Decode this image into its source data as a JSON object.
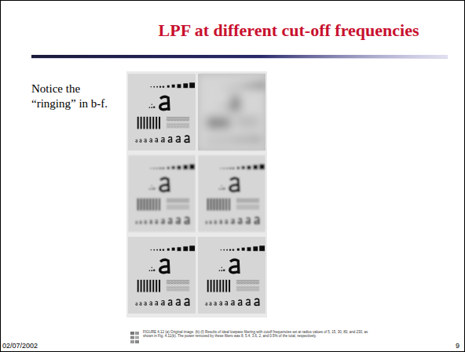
{
  "diagram": {
    "title": "LPF at different cut-off frequencies",
    "caption": "FIGURE 4.12 (a) Original image. (b)-(f) Results of ideal lowpass filtering with cutoff frequencies set at radius values of 5, 15, 30, 80, and 230, as shown in Fig. 4.11(b). The power removed by these filters was 8, 5.4, 3.6, 2, and 0.5% of the total, respectively.",
    "labels": [
      "Notice the “ringing” in b-f.",
      "02/07/2002",
      "9"
    ]
  }
}
